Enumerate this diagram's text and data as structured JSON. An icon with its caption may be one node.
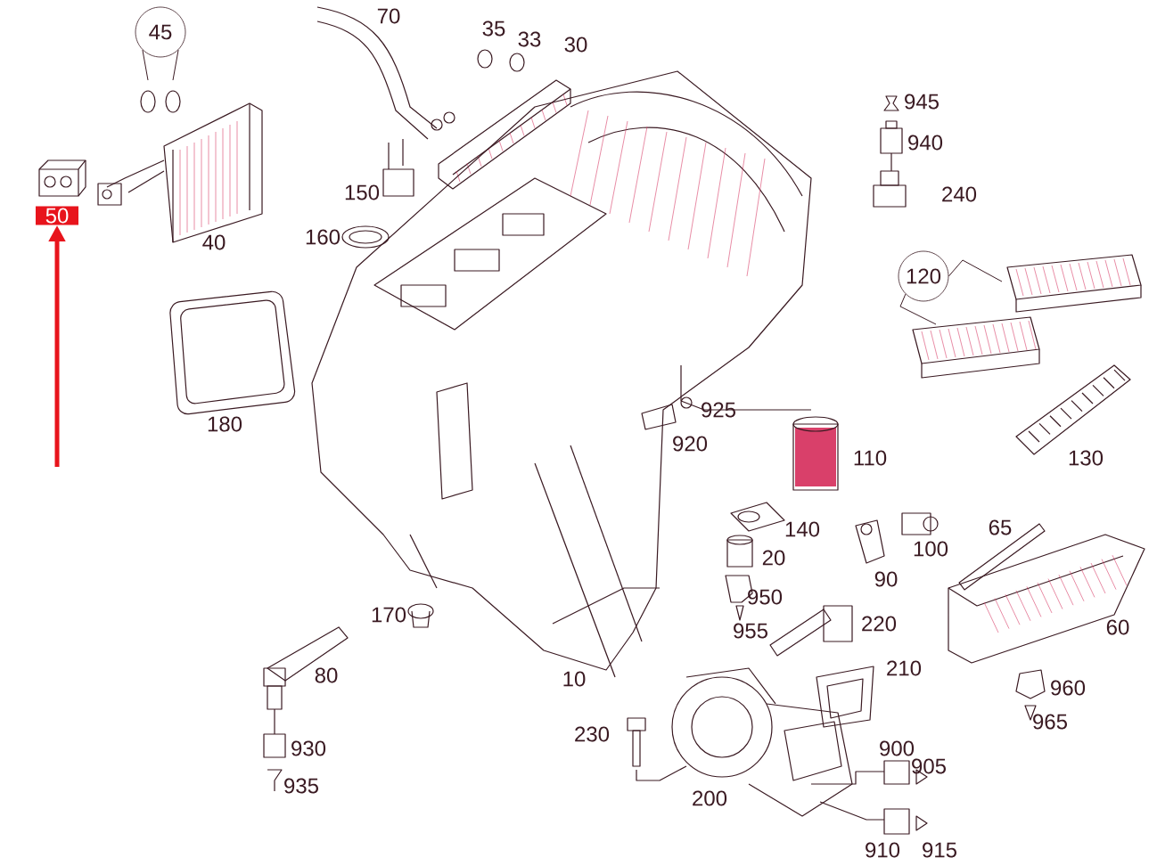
{
  "diagram": {
    "nodes": [
      {
        "text": [
          "45"
        ]
      },
      {
        "text": [
          "50"
        ]
      },
      {
        "text": [
          "120"
        ]
      }
    ],
    "edges": [
      {
        "from": 0,
        "to": null,
        "arrow": "none"
      },
      {
        "from": 0,
        "to": null,
        "arrow": "none"
      },
      {
        "from": 2,
        "to": null,
        "arrow": "none"
      },
      {
        "from": 2,
        "to": null,
        "arrow": "none"
      },
      {
        "from": null,
        "to": 1,
        "arrow": "to",
        "style": "thick",
        "color": "#e8141c"
      }
    ],
    "labels": [
      "70",
      "35",
      "33",
      "30",
      "945",
      "940",
      "240",
      "40",
      "150",
      "160",
      "180",
      "925",
      "920",
      "110",
      "130",
      "140",
      "20",
      "100",
      "65",
      "90",
      "950",
      "60",
      "220",
      "955",
      "170",
      "210",
      "10",
      "80",
      "960",
      "965",
      "230",
      "900",
      "905",
      "930",
      "200",
      "935",
      "910",
      "915"
    ]
  }
}
